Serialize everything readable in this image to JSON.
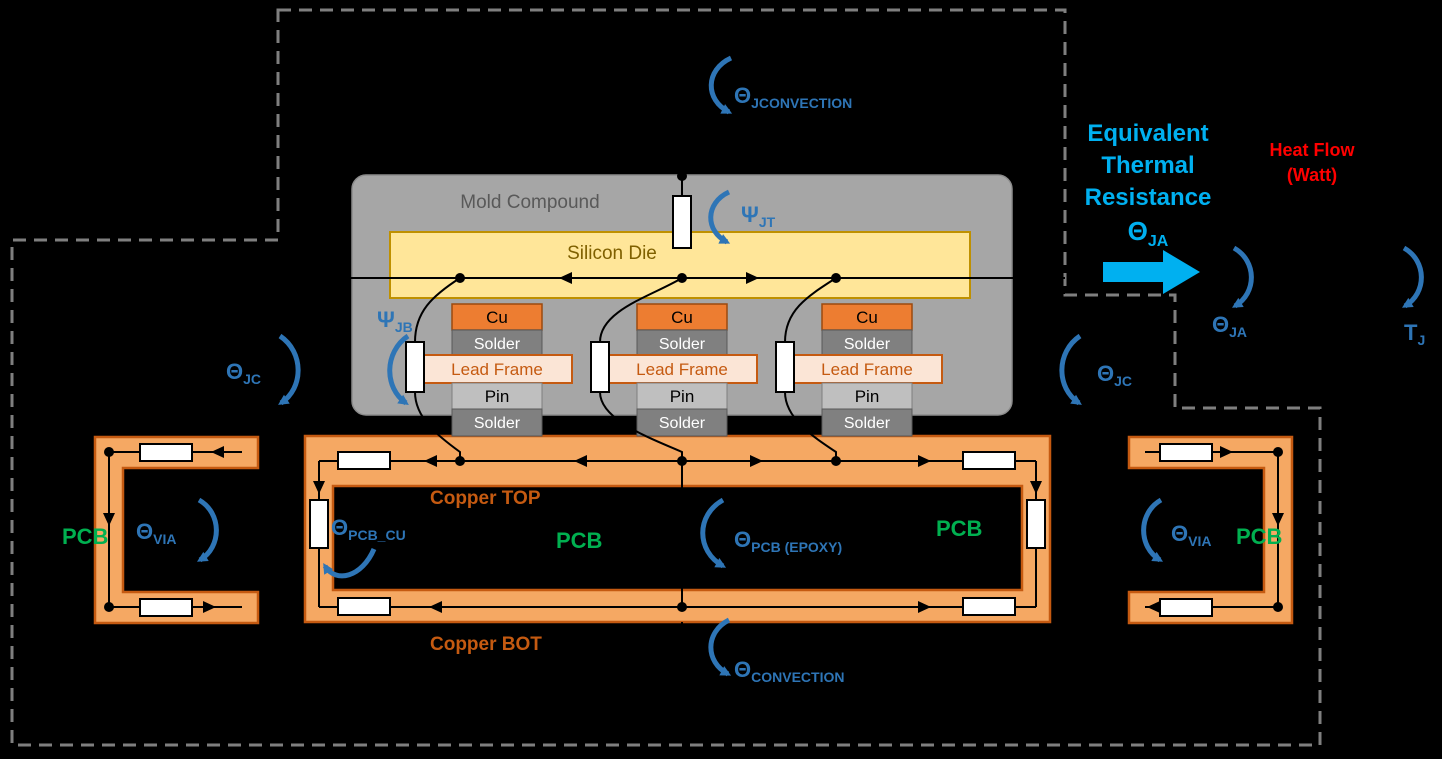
{
  "colors": {
    "background": "#000000",
    "label_blue": "#2E75B6",
    "accent_cyan": "#00B0F0",
    "heat_red": "#FF0000",
    "pcb_green": "#00B050",
    "copper_orange_text": "#C55A11",
    "copper_fill": "#F5A863",
    "cu_pad_fill": "#ED7D31",
    "mold_gray": "#A6A6A6",
    "solder_gray": "#808080",
    "pin_gray": "#BFBFBF",
    "die_yellow": "#FFE699"
  },
  "package": {
    "mold_label": "Mold Compound",
    "die_label": "Silicon Die",
    "cu_label": "Cu",
    "solder_label": "Solder",
    "lead_frame_label": "Lead Frame",
    "pin_label": "Pin"
  },
  "pcb": {
    "copper_top_label": "Copper TOP",
    "copper_bot_label": "Copper BOT",
    "pcb_label": "PCB"
  },
  "thermal_labels": {
    "jconvection": {
      "sym": "Θ",
      "sub": "JCONVECTION"
    },
    "psi_jt": {
      "sym": "Ψ",
      "sub": "JT"
    },
    "psi_jb": {
      "sym": "Ψ",
      "sub": "JB"
    },
    "jc": {
      "sym": "Θ",
      "sub": "JC"
    },
    "via": {
      "sym": "Θ",
      "sub": "VIA"
    },
    "pcb_cu": {
      "sym": "Θ",
      "sub": "PCB_CU"
    },
    "pcb_epoxy": {
      "sym": "Θ",
      "sub": "PCB (EPOXY)"
    },
    "convection": {
      "sym": "Θ",
      "sub": "CONVECTION"
    },
    "ja": {
      "sym": "Θ",
      "sub": "JA"
    },
    "tj": {
      "sym": "T",
      "sub": "J"
    }
  },
  "equivalent": {
    "line1": "Equivalent",
    "line2": "Thermal",
    "line3": "Resistance",
    "sym": "Θ",
    "sub": "JA"
  },
  "heat_flow": {
    "line1": "Heat Flow",
    "line2": "(Watt)"
  }
}
